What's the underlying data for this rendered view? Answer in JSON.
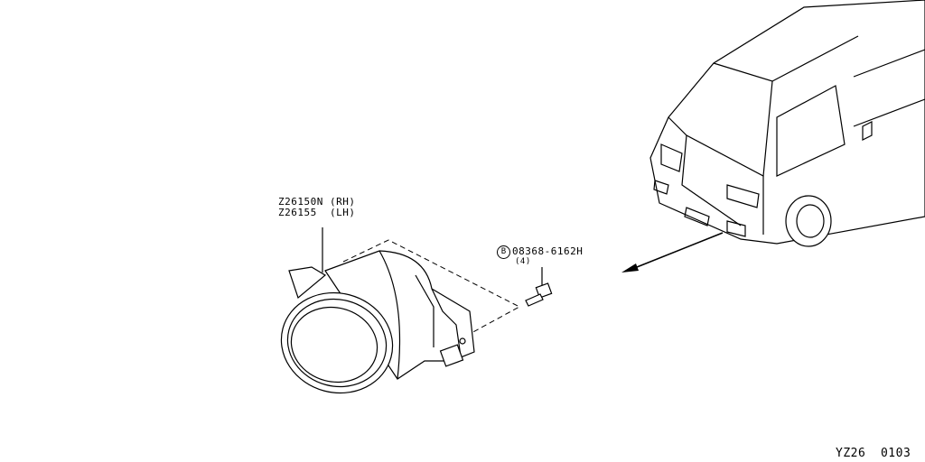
{
  "parts": [
    {
      "part_number_rh": "Z26150N (RH)",
      "part_number_lh": "Z26155  (LH)",
      "name": "fog-lamp"
    },
    {
      "symbol": "B",
      "part_number": "08368-6162H",
      "quantity": "(4)",
      "name": "bolt"
    }
  ],
  "diagram_code": "YZ26  0103"
}
